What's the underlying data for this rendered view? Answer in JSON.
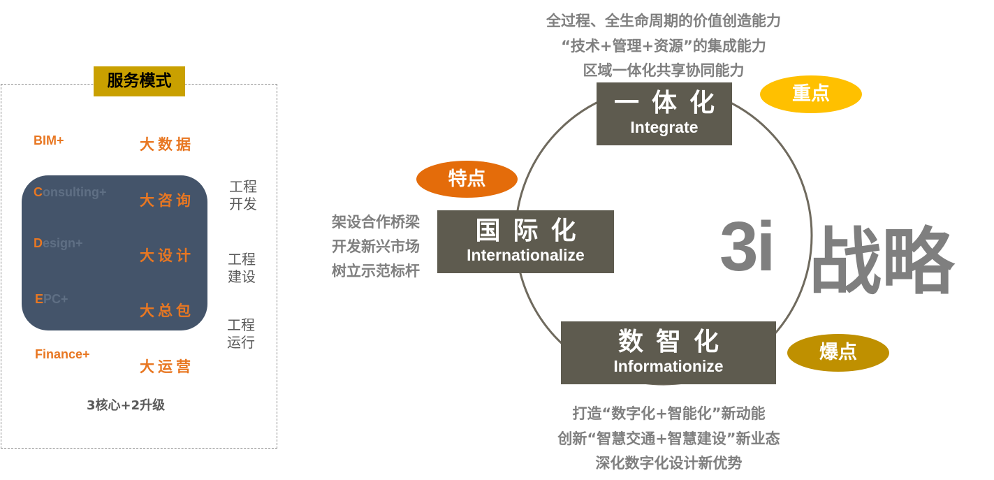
{
  "service_model": {
    "title": "服务模式",
    "bim": "BIM+",
    "consulting_initial": "C",
    "consulting_rest": "onsulting+",
    "design_initial": "D",
    "design_rest": "esign+",
    "epc_initial": "E",
    "epc_rest": "PC+",
    "finance": "Finance+",
    "big_data": "大数据",
    "big_consulting": "大咨询",
    "big_design": "大设计",
    "big_contracting": "大总包",
    "big_operation": "大运营",
    "stage_dev": [
      "工程",
      "开发"
    ],
    "stage_build": [
      "工程",
      "建设"
    ],
    "stage_run": [
      "工程",
      "运行"
    ],
    "formula": "3核心+2升级"
  },
  "strategy": {
    "label_3i": "3i",
    "label_cn": "战略",
    "integrate": {
      "cn": "一体化",
      "en": "Integrate",
      "tag": "重点",
      "desc": [
        "全过程、全生命周期的价值创造能力",
        "“技术+管理+资源”的集成能力",
        "区域一体化共享协同能力"
      ]
    },
    "internationalize": {
      "cn": "国际化",
      "en": "Internationalize",
      "tag": "特点",
      "desc": [
        "架设合作桥梁",
        "开发新兴市场",
        "树立示范标杆"
      ]
    },
    "informationize": {
      "cn": "数智化",
      "en": "Informationize",
      "tag": "爆点",
      "desc": [
        "打造“数字化+智能化”新动能",
        "创新“智慧交通+智慧建设”新业态",
        "深化数字化设计新优势"
      ]
    }
  },
  "colors": {
    "orange": "#e87722",
    "gold": "#c9a000",
    "navy": "#44546a",
    "stage_box": "#5e5b4f",
    "tag_yellow": "#ffc000",
    "tag_orange": "#e46c0a",
    "tag_gold": "#bf9000",
    "gray_text": "#7f7f7f"
  }
}
